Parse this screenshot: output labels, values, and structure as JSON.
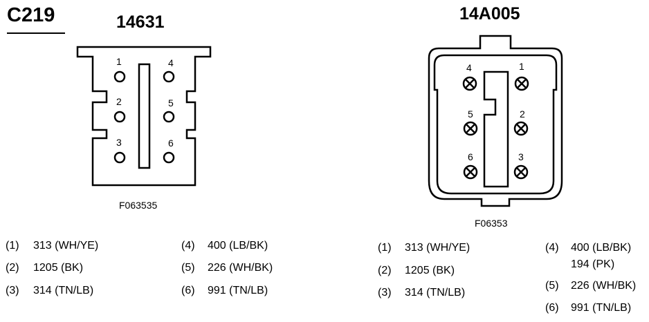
{
  "header": {
    "code": "C219"
  },
  "left_connector": {
    "part": "14631",
    "fig": "F063535",
    "pins": [
      "1",
      "2",
      "3",
      "4",
      "5",
      "6"
    ],
    "wires": [
      {
        "num": "(1)",
        "circuit": "313 (WH/YE)"
      },
      {
        "num": "(2)",
        "circuit": "1205 (BK)"
      },
      {
        "num": "(3)",
        "circuit": "314 (TN/LB)"
      },
      {
        "num": "(4)",
        "circuit": "400 (LB/BK)"
      },
      {
        "num": "(5)",
        "circuit": "226 (WH/BK)"
      },
      {
        "num": "(6)",
        "circuit": "991 (TN/LB)"
      }
    ]
  },
  "right_connector": {
    "part": "14A005",
    "fig": "F06353",
    "pins": [
      "1",
      "2",
      "3",
      "4",
      "5",
      "6"
    ],
    "wires": [
      {
        "num": "(1)",
        "circuit": "313 (WH/YE)"
      },
      {
        "num": "(2)",
        "circuit": "1205 (BK)"
      },
      {
        "num": "(3)",
        "circuit": "314 (TN/LB)"
      },
      {
        "num": "(4)",
        "circuit": "400 (LB/BK)",
        "circuit2": "194 (PK)"
      },
      {
        "num": "(5)",
        "circuit": "226 (WH/BK)"
      },
      {
        "num": "(6)",
        "circuit": "991 (TN/LB)"
      }
    ]
  }
}
